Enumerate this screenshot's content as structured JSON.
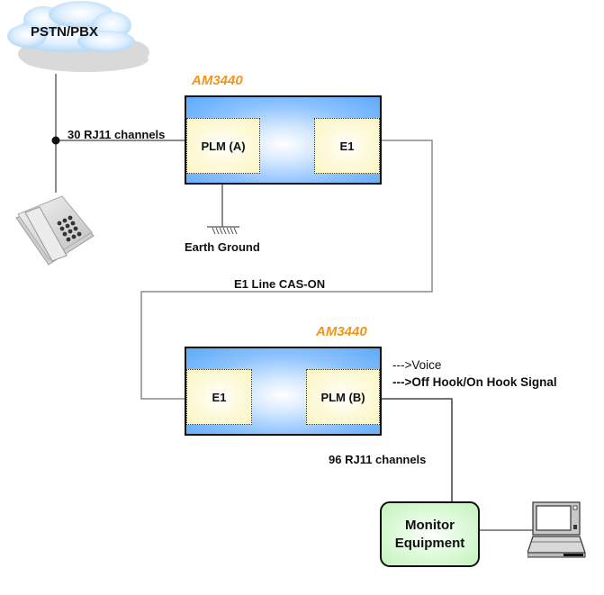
{
  "cloud": {
    "label": "PSTN/PBX",
    "icon": "cloud-icon"
  },
  "phone": {
    "icon": "telephone-icon"
  },
  "junction": {
    "label": "30  RJ11 channels"
  },
  "ground": {
    "label": "Earth Ground",
    "icon": "earth-ground-icon"
  },
  "device_a": {
    "model": "AM3440",
    "modules": [
      {
        "label": "PLM (A)"
      },
      {
        "label": "E1"
      }
    ]
  },
  "e1_link": {
    "label": "E1 Line CAS-ON"
  },
  "device_b": {
    "model": "AM3440",
    "modules": [
      {
        "label": "E1"
      },
      {
        "label": "PLM (B)"
      }
    ]
  },
  "signals": [
    "--->Voice",
    "--->Off Hook/On Hook Signal"
  ],
  "channels_b": {
    "label": "96 RJ11 channels"
  },
  "monitor": {
    "line1": "Monitor",
    "line2": "Equipment"
  },
  "laptop": {
    "icon": "laptop-icon"
  },
  "colors": {
    "model_label": "#f0951e",
    "device_fill": "#5eaaf9",
    "module_fill": "#fbf5c4",
    "monitor_fill": "#c4f2bd",
    "wire_gray": "#8c8c8c",
    "wire_dark": "#222222"
  }
}
